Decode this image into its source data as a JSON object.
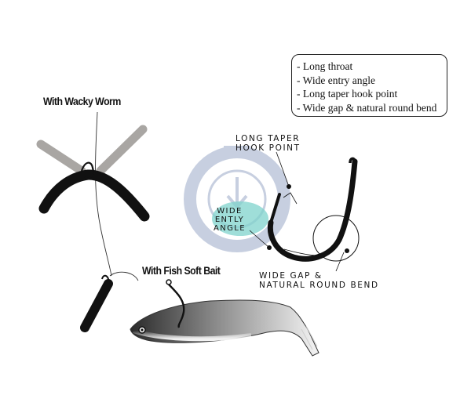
{
  "features": [
    "- Long throat",
    "- Wide entry angle",
    "- Long taper hook point",
    "- Wide gap & natural round bend"
  ],
  "labels": {
    "wacky_worm": "With Wacky Worm",
    "fish_soft_bait": "With Fish Soft Bait",
    "taper_line1": "Long taper",
    "taper_line2": "hook point",
    "entry_line1": "Wide",
    "entry_line2": "ently",
    "entry_line3": "angle",
    "gap_line1": "Wide gap &",
    "gap_line2": "natural round bend"
  },
  "colors": {
    "ink": "#111111",
    "watermark": "#9aa9c8",
    "accent": "#7fd3cc",
    "worm_tail": "#a9a6a3"
  }
}
